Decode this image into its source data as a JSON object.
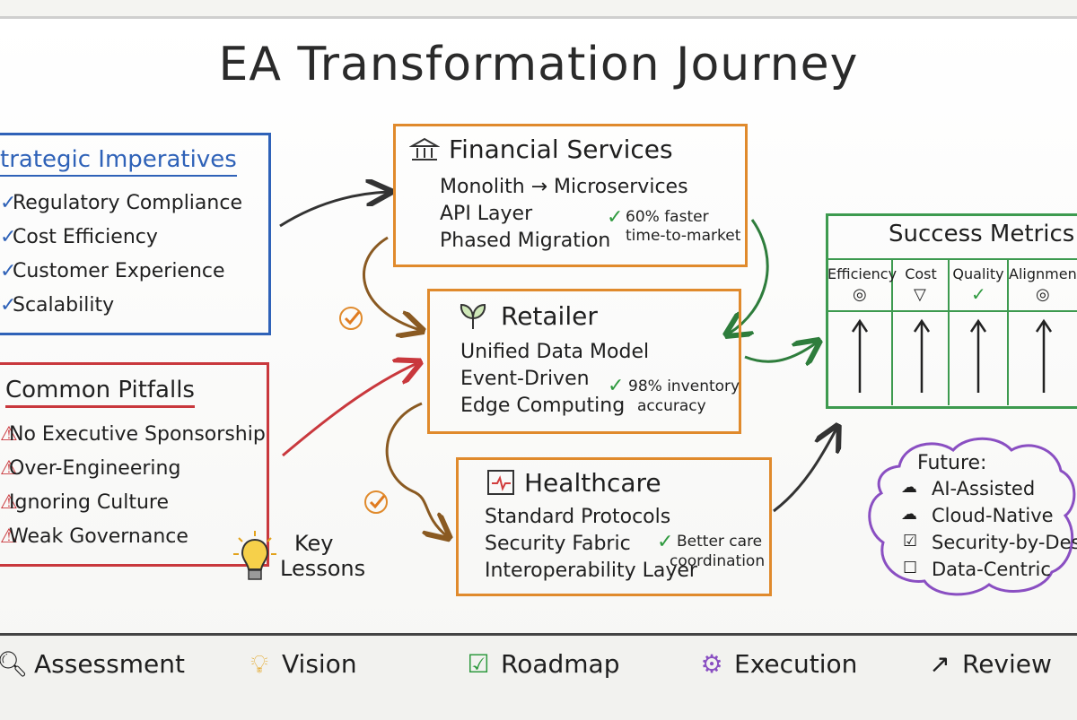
{
  "title": "EA Transformation Journey",
  "strategic": {
    "heading": "trategic Imperatives",
    "items": [
      "Regulatory Compliance",
      "Cost Efficiency",
      "Customer Experience",
      "Scalability"
    ]
  },
  "pitfalls": {
    "heading": "Common Pitfalls",
    "items": [
      "No Executive Sponsorship",
      "Over-Engineering",
      "Ignoring Culture",
      "Weak Governance"
    ]
  },
  "key_lessons": [
    "Key",
    "Lessons"
  ],
  "financial": {
    "heading": "Financial Services",
    "items": [
      "Monolith → Microservices",
      "API Layer",
      "Phased Migration"
    ],
    "note": [
      "60% faster",
      "time-to-market"
    ]
  },
  "retailer": {
    "heading": "Retailer",
    "items": [
      "Unified Data Model",
      "Event-Driven",
      "Edge Computing"
    ],
    "note": [
      "98% inventory",
      "accuracy"
    ]
  },
  "healthcare": {
    "heading": "Healthcare",
    "items": [
      "Standard Protocols",
      "Security Fabric",
      "Interoperability Layer"
    ],
    "note": [
      "Better care",
      "coordination"
    ]
  },
  "metrics": {
    "heading": "Success Metrics",
    "columns": [
      "Efficiency",
      "Cost",
      "Quality",
      "Alignment"
    ]
  },
  "future": {
    "heading": "Future:",
    "items": [
      "AI-Assisted",
      "Cloud-Native",
      "Security-by-Desig",
      "Data-Centric"
    ]
  },
  "bottom": [
    "Assessment",
    "Vision",
    "Roadmap",
    "Execution",
    "Review"
  ],
  "colors": {
    "blue": "#2f62b8",
    "red": "#c9383d",
    "orange": "#e08a2c",
    "green": "#3d9a4f",
    "purple": "#8a4fc2"
  }
}
